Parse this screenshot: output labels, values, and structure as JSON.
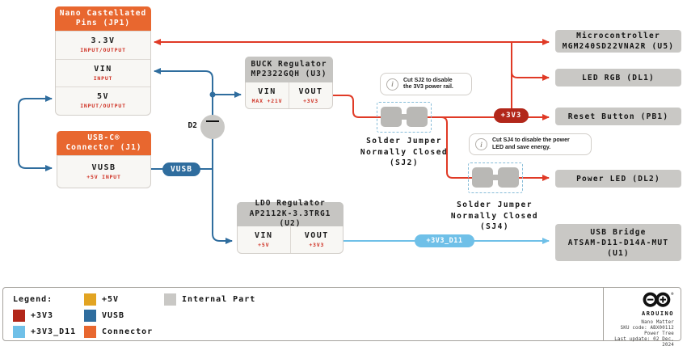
{
  "colors": {
    "connector": "#e8672f",
    "v3v3": "#b2271a",
    "wire_red": "#e03a26",
    "v3v3_d11": "#6fc0e8",
    "v5": "#e2a422",
    "vusb": "#2f6d9e",
    "internal": "#c9c8c5",
    "internal_hd": "#c6c5c2",
    "pad": "#b9b8b5",
    "body_bg": "#f8f7f4",
    "sublabel": "#cf3124"
  },
  "nodes": {
    "jp1": {
      "title": "Nano Castellated\nPins (JP1)",
      "pins": [
        {
          "name": "3.3V",
          "sub": "INPUT/OUTPUT"
        },
        {
          "name": "VIN",
          "sub": "INPUT"
        },
        {
          "name": "5V",
          "sub": "INPUT/OUTPUT"
        }
      ]
    },
    "j1": {
      "title": "USB-C®\nConnector (J1)",
      "pins": [
        {
          "name": "VUSB",
          "sub": "+5V INPUT"
        }
      ]
    },
    "buck": {
      "title": "BUCK Regulator\nMP2322GQH (U3)",
      "vin": {
        "label": "VIN",
        "sub": "MAX +21V"
      },
      "vout": {
        "label": "VOUT",
        "sub": "+3V3"
      }
    },
    "ldo": {
      "title": "LDO Regulator\nAP2112K-3.3TRG1 (U2)",
      "vin": {
        "label": "VIN",
        "sub": "+5V"
      },
      "vout": {
        "label": "VOUT",
        "sub": "+3V3"
      }
    }
  },
  "parts": [
    {
      "label": "Microcontroller\nMGM240SD22VNA2R (U5)"
    },
    {
      "label": "LED RGB (DL1)"
    },
    {
      "label": "Reset Button (PB1)"
    },
    {
      "label": "Power LED (DL2)"
    },
    {
      "label": "USB Bridge\nATSAM-D11-D14A-MUT\n(U1)"
    }
  ],
  "diode": {
    "label": "D2"
  },
  "badges": {
    "vusb": "VUSB",
    "v3v3": "+3V3",
    "v3v3_d11": "+3V3_D11"
  },
  "jumpers": {
    "sj2": {
      "label": "Solder Jumper\nNormally Closed\n(SJ2)"
    },
    "sj4": {
      "label": "Solder Jumper\nNormally Closed\n(SJ4)"
    }
  },
  "callouts": {
    "sj2": {
      "text": "Cut SJ2 to disable\nthe 3V3 power rail."
    },
    "sj4": {
      "text": "Cut SJ4 to disable the power\nLED and save energy."
    }
  },
  "icons": {
    "info_icon": "i",
    "diode_icon": "diode (bar + triangle)",
    "arduino_logo_icon": "infinity with - and +"
  },
  "legend": {
    "title": "Legend:",
    "items": [
      {
        "label": "+3V3"
      },
      {
        "label": "+3V3_D11"
      },
      {
        "label": "+5V"
      },
      {
        "label": "VUSB"
      },
      {
        "label": "Connector"
      },
      {
        "label": "Internal Part"
      }
    ]
  },
  "arduino": {
    "brand": "ARDUINO",
    "reg_mark": "®",
    "lines": [
      "Nano Matter",
      "SKU code: ABX00112",
      "Power Tree",
      "Last update: 02 Dec, 2024"
    ]
  }
}
